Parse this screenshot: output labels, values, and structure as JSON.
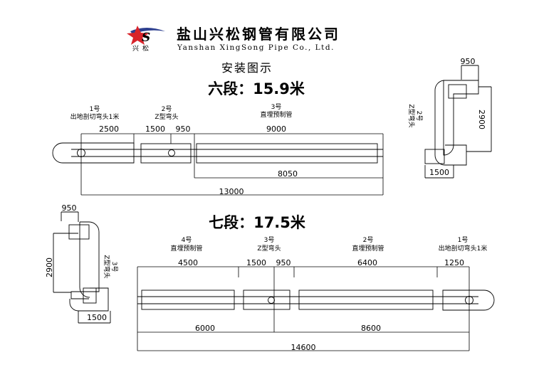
{
  "brand": {
    "logo_chars": "兴松",
    "company_name": "盐山兴松钢管有限公司",
    "company_name_en": "Yanshan XingSong Pipe Co., Ltd.",
    "accent_color": "#d8232a",
    "logo_blue": "#2d3f8f"
  },
  "diagram_title": "安装图示",
  "section6": {
    "title": "六段：15.9米",
    "parts": [
      {
        "no": "1号",
        "name": "出地剖切弯头1米"
      },
      {
        "no": "2号",
        "name": "Z型弯头"
      },
      {
        "no": "3号",
        "name": "直埋预制管"
      }
    ],
    "dims": {
      "d2500": "2500",
      "d1500": "1500",
      "d950": "950",
      "d9000": "9000",
      "d8050": "8050",
      "d13000": "13000"
    },
    "side": {
      "d950": "950",
      "d2900": "2900",
      "d1500": "1500",
      "label_no": "2号",
      "label_name": "Z型弯头"
    }
  },
  "section7": {
    "title": "七段：17.5米",
    "parts": [
      {
        "no": "4号",
        "name": "直埋预制管"
      },
      {
        "no": "3号",
        "name": "Z型弯头"
      },
      {
        "no": "2号",
        "name": "直埋预制管"
      },
      {
        "no": "1号",
        "name": "出地剖切弯头1米"
      }
    ],
    "dims": {
      "d4500": "4500",
      "d1500": "1500",
      "d950": "950",
      "d6400": "6400",
      "d1250": "1250",
      "d6000": "6000",
      "d8600": "8600",
      "d14600": "14600"
    },
    "side": {
      "d950": "950",
      "d2900": "2900",
      "d1500": "1500",
      "label_no": "3号",
      "label_name": "Z型弯头"
    }
  }
}
